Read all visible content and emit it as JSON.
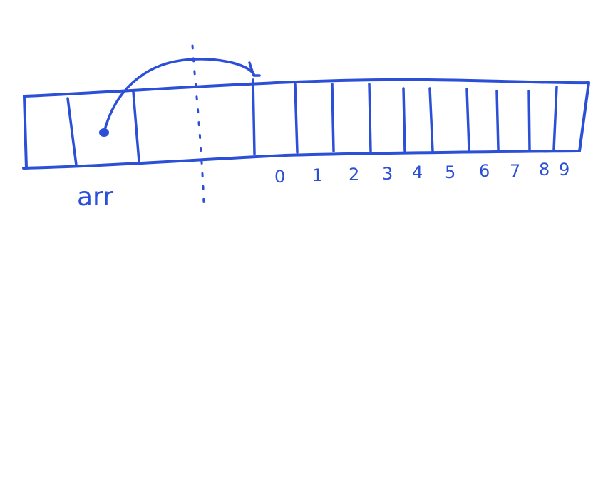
{
  "colors": {
    "ink": "#2b4fd6",
    "background": "#ffffff"
  },
  "variable_label": "arr",
  "indices": [
    "0",
    "1",
    "2",
    "3",
    "4",
    "5",
    "6",
    "7",
    "8",
    "9"
  ],
  "array_cells": 10,
  "pointer_cells": 3
}
